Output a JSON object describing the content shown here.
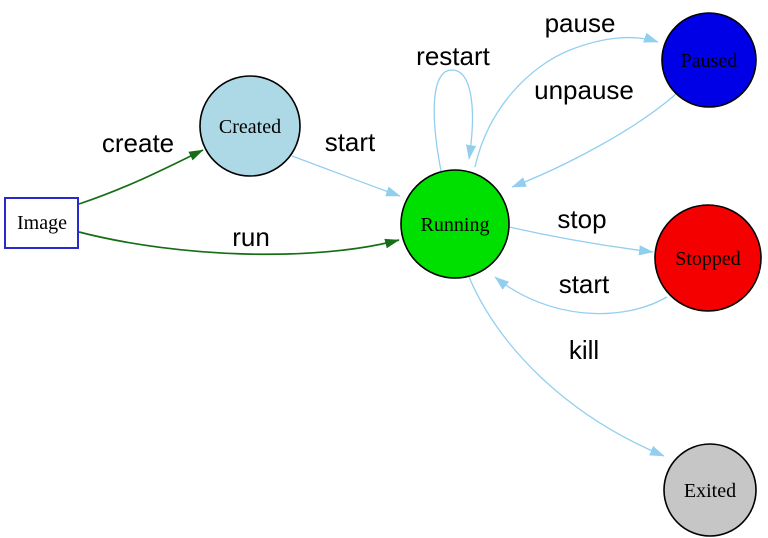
{
  "colors": {
    "edge_green": "#156e15",
    "edge_blue": "#92cfef",
    "image_box_border": "#2929cc",
    "node_outline": "#000000",
    "text": "#000000",
    "background": "#ffffff"
  },
  "diagram": {
    "type": "state-transition-diagram",
    "nodes": [
      {
        "id": "image",
        "label": "Image",
        "shape": "box",
        "fill": "#ffffff"
      },
      {
        "id": "created",
        "label": "Created",
        "shape": "circle",
        "fill": "#add8e6"
      },
      {
        "id": "running",
        "label": "Running",
        "shape": "circle",
        "fill": "#00e000"
      },
      {
        "id": "paused",
        "label": "Paused",
        "shape": "circle",
        "fill": "#0000e6"
      },
      {
        "id": "stopped",
        "label": "Stopped",
        "shape": "circle",
        "fill": "#f40000"
      },
      {
        "id": "exited",
        "label": "Exited",
        "shape": "circle",
        "fill": "#c6c6c6"
      }
    ],
    "edges": [
      {
        "from": "image",
        "to": "created",
        "label": "create",
        "color": "#156e15"
      },
      {
        "from": "image",
        "to": "running",
        "label": "run",
        "color": "#156e15"
      },
      {
        "from": "created",
        "to": "running",
        "label": "start",
        "color": "#92cfef"
      },
      {
        "from": "running",
        "to": "running",
        "label": "restart",
        "color": "#92cfef"
      },
      {
        "from": "running",
        "to": "paused",
        "label": "pause",
        "color": "#92cfef"
      },
      {
        "from": "paused",
        "to": "running",
        "label": "unpause",
        "color": "#92cfef"
      },
      {
        "from": "running",
        "to": "stopped",
        "label": "stop",
        "color": "#92cfef"
      },
      {
        "from": "stopped",
        "to": "running",
        "label": "start",
        "color": "#92cfef"
      },
      {
        "from": "running",
        "to": "exited",
        "label": "kill",
        "color": "#92cfef"
      }
    ]
  }
}
